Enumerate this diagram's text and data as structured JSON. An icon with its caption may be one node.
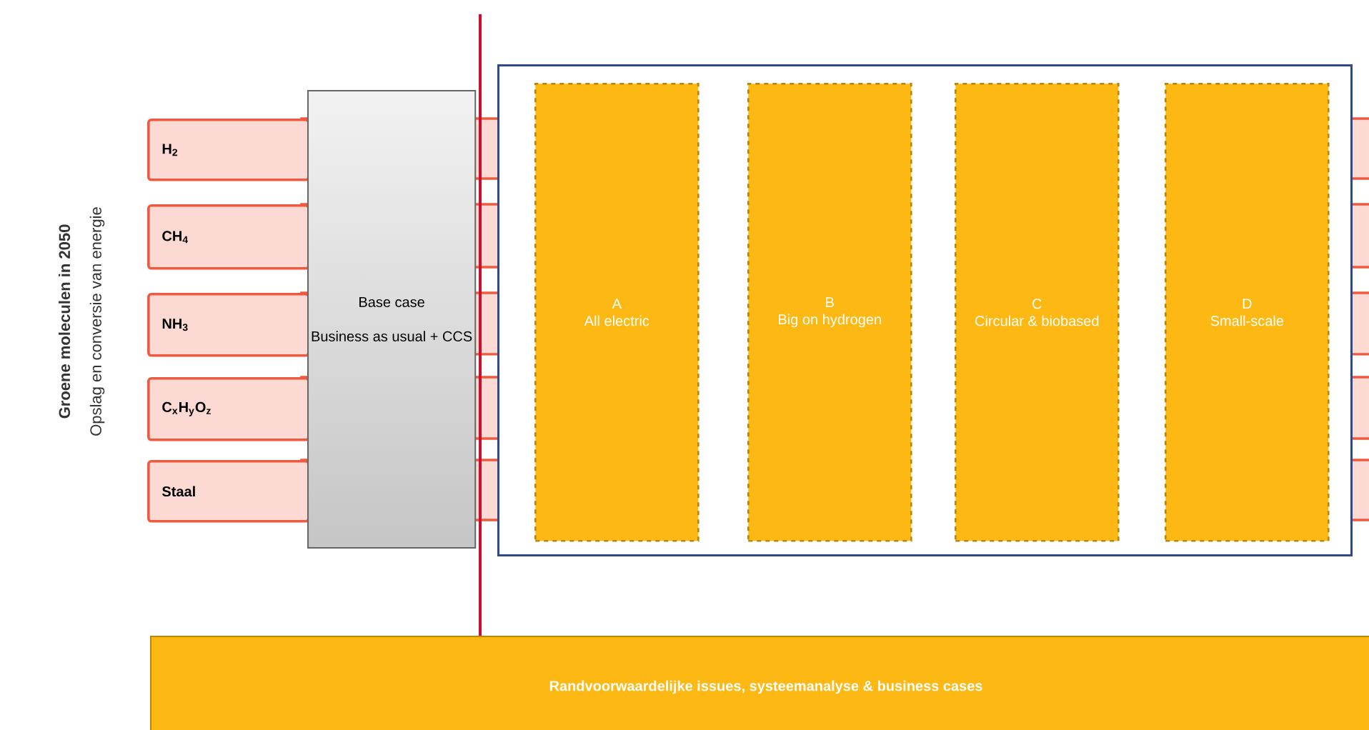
{
  "diagram": {
    "nodes": [
      {
        "text": [
          "H$_{2}$"
        ]
      },
      {
        "text": [
          "CH$_{4}$"
        ]
      },
      {
        "text": [
          "NH$_{3}$"
        ]
      },
      {
        "text": [
          "C$_{x}$H$_{y}$O$_{z}$"
        ]
      },
      {
        "text": [
          "Staal"
        ]
      },
      {
        "text": [
          "Base case",
          "Business as usual + CCS"
        ]
      },
      {
        "text": [],
        "shape": "box"
      },
      {
        "text": [
          "A",
          "All electric"
        ],
        "in": 6
      },
      {
        "text": [
          "B",
          "Big on hydrogen"
        ],
        "in": 6
      },
      {
        "text": [
          "C",
          "Circular & biobased"
        ],
        "in": 6
      },
      {
        "text": [
          "D",
          "Small-scale"
        ],
        "in": 6
      },
      {
        "text": [
          "Randvoorwaardelijke issues, systeemanalyse & business cases"
        ]
      }
    ],
    "edges": [],
    "labels": [
      "Groene moleculen in 2050",
      "Opslag en conversie van energie"
    ]
  }
}
